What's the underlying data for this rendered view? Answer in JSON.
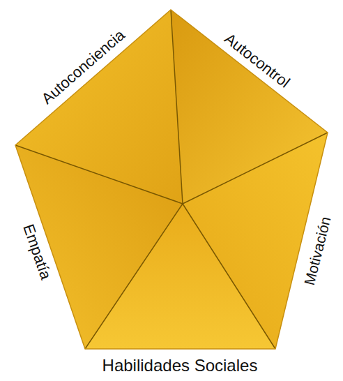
{
  "diagram": {
    "labels": [
      "Autoconciencia",
      "Autocontrol",
      "Motivación",
      "Habilidades Sociales",
      "Empatía"
    ]
  }
}
